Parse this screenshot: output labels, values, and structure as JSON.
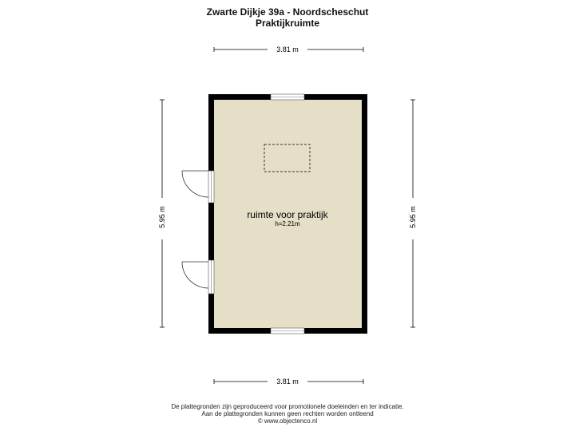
{
  "header": {
    "address": "Zwarte Dijkje 39a - Noordscheschut",
    "floor": "Praktijkruimte"
  },
  "dimensions": {
    "top": "3.81 m",
    "bottom": "3.81 m",
    "left": "5.95 m",
    "right": "5.95 m"
  },
  "room": {
    "name": "ruimte voor praktijk",
    "height": "h=2.21m"
  },
  "colors": {
    "floor_fill": "#e6dfc8",
    "wall": "#000000"
  },
  "footer": {
    "line1": "De plattegronden zijn geproduceerd voor promotionele doeleinden en ter indicatie.",
    "line2": "Aan de plattegronden kunnen geen rechten worden ontleend",
    "line3": "© www.objectenco.nl"
  }
}
